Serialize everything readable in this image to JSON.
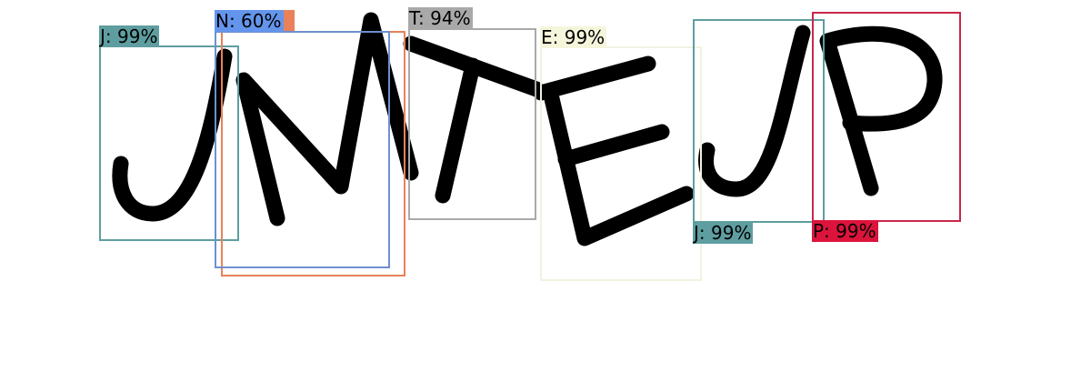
{
  "captcha": {
    "text_letters": [
      "J",
      "M",
      "T",
      "E",
      "J",
      "P"
    ],
    "stroke_color": "#000000"
  },
  "detections": [
    {
      "id": "det-1",
      "label": "J: 99%",
      "color": "#5f9ea0",
      "label_color": "#5f9ea0"
    },
    {
      "id": "det-2",
      "label": "",
      "color": "#e9825a",
      "label_color": "#e9825a"
    },
    {
      "id": "det-3",
      "label": "N: 60%",
      "color": "#6f8fd0",
      "label_color": "#6495ed"
    },
    {
      "id": "det-4",
      "label": "T: 94%",
      "color": "#a9a9a9",
      "label_color": "#a9a9a9"
    },
    {
      "id": "det-5",
      "label": "E: 99%",
      "color": "#f2f2e0",
      "label_color": "#f5f5dc"
    },
    {
      "id": "det-6",
      "label": "J: 99%",
      "color": "#5f9ea0",
      "label_color": "#5f9ea0"
    },
    {
      "id": "det-7",
      "label": "P: 99%",
      "color": "#c8284a",
      "label_color": "#dc143c"
    }
  ]
}
